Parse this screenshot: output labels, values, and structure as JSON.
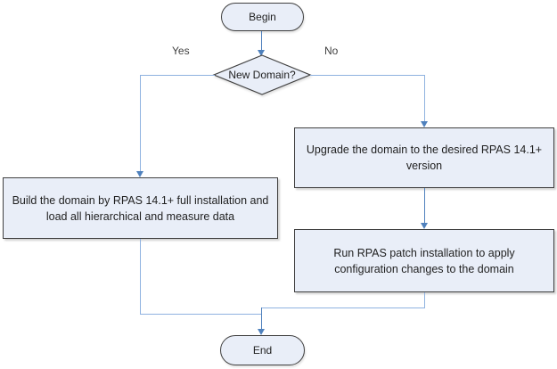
{
  "nodes": {
    "begin": {
      "label": "Begin"
    },
    "decision": {
      "label": "New Domain?"
    },
    "build": {
      "lines": [
        "Build the domain by RPAS 14.1+ full installation and",
        "load all hierarchical and measure data"
      ]
    },
    "upgrade": {
      "lines": [
        "Upgrade the domain to the desired RPAS 14.1+",
        "version"
      ]
    },
    "patch": {
      "lines": [
        "Run RPAS patch installation to apply",
        "configuration changes to the domain"
      ]
    },
    "end": {
      "label": "End"
    }
  },
  "edges": {
    "yes_label": "Yes",
    "no_label": "No"
  },
  "colors": {
    "shape_fill": "#E9EEF8",
    "shape_border": "#404040",
    "arrow": "#4F81BD",
    "connector": "#8FB2E0",
    "text": "#1F1F1F",
    "label_text": "#404040"
  }
}
